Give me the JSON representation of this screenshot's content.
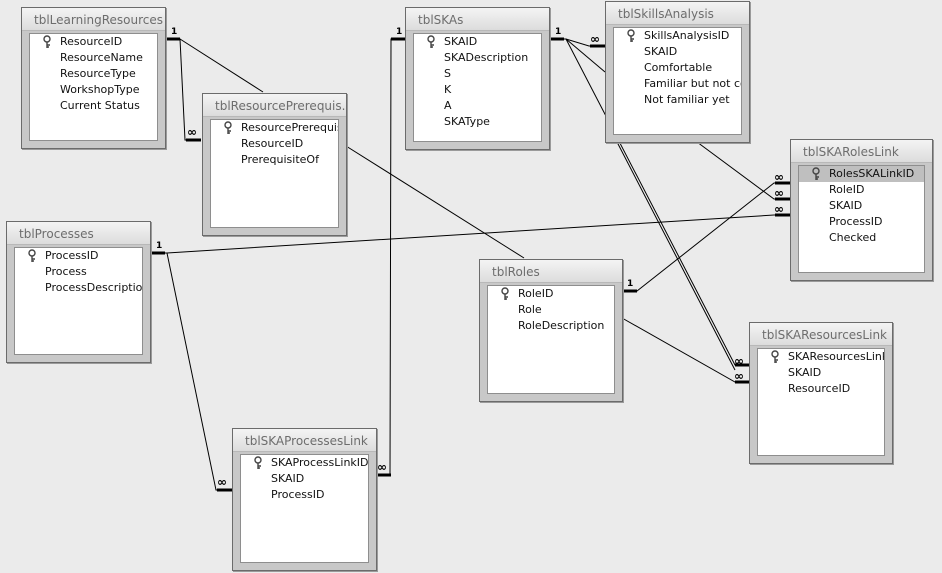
{
  "tables": {
    "learning_resources": {
      "title": "tblLearningResources",
      "fields": [
        "ResourceID",
        "ResourceName",
        "ResourceType",
        "WorkshopType",
        "Current Status"
      ]
    },
    "resource_prereq": {
      "title": "tblResourcePrerequis...",
      "fields": [
        "ResourcePrerequisi",
        "ResourceID",
        "PrerequisiteOf"
      ]
    },
    "skas": {
      "title": "tblSKAs",
      "fields": [
        "SKAID",
        "SKADescription",
        "S",
        "K",
        "A",
        "SKAType"
      ]
    },
    "skills_analysis": {
      "title": "tblSkillsAnalysis",
      "fields": [
        "SkillsAnalysisID",
        "SKAID",
        "Comfortable",
        "Familiar but not co",
        "Not familiar yet"
      ]
    },
    "ska_roles_link": {
      "title": "tblSKARolesLink",
      "fields": [
        "RolesSKALinkID",
        "RoleID",
        "SKAID",
        "ProcessID",
        "Checked"
      ]
    },
    "processes": {
      "title": "tblProcesses",
      "fields": [
        "ProcessID",
        "Process",
        "ProcessDescription"
      ]
    },
    "roles": {
      "title": "tblRoles",
      "fields": [
        "RoleID",
        "Role",
        "RoleDescription"
      ]
    },
    "ska_resources_link": {
      "title": "tblSKAResourcesLink",
      "fields": [
        "SKAResourcesLinkII",
        "SKAID",
        "ResourceID"
      ]
    },
    "ska_processes_link": {
      "title": "tblSKAProcessesLink",
      "fields": [
        "SKAProcessLinkID",
        "SKAID",
        "ProcessID"
      ]
    }
  },
  "relationship_labels": {
    "one": "1",
    "many": "∞"
  }
}
